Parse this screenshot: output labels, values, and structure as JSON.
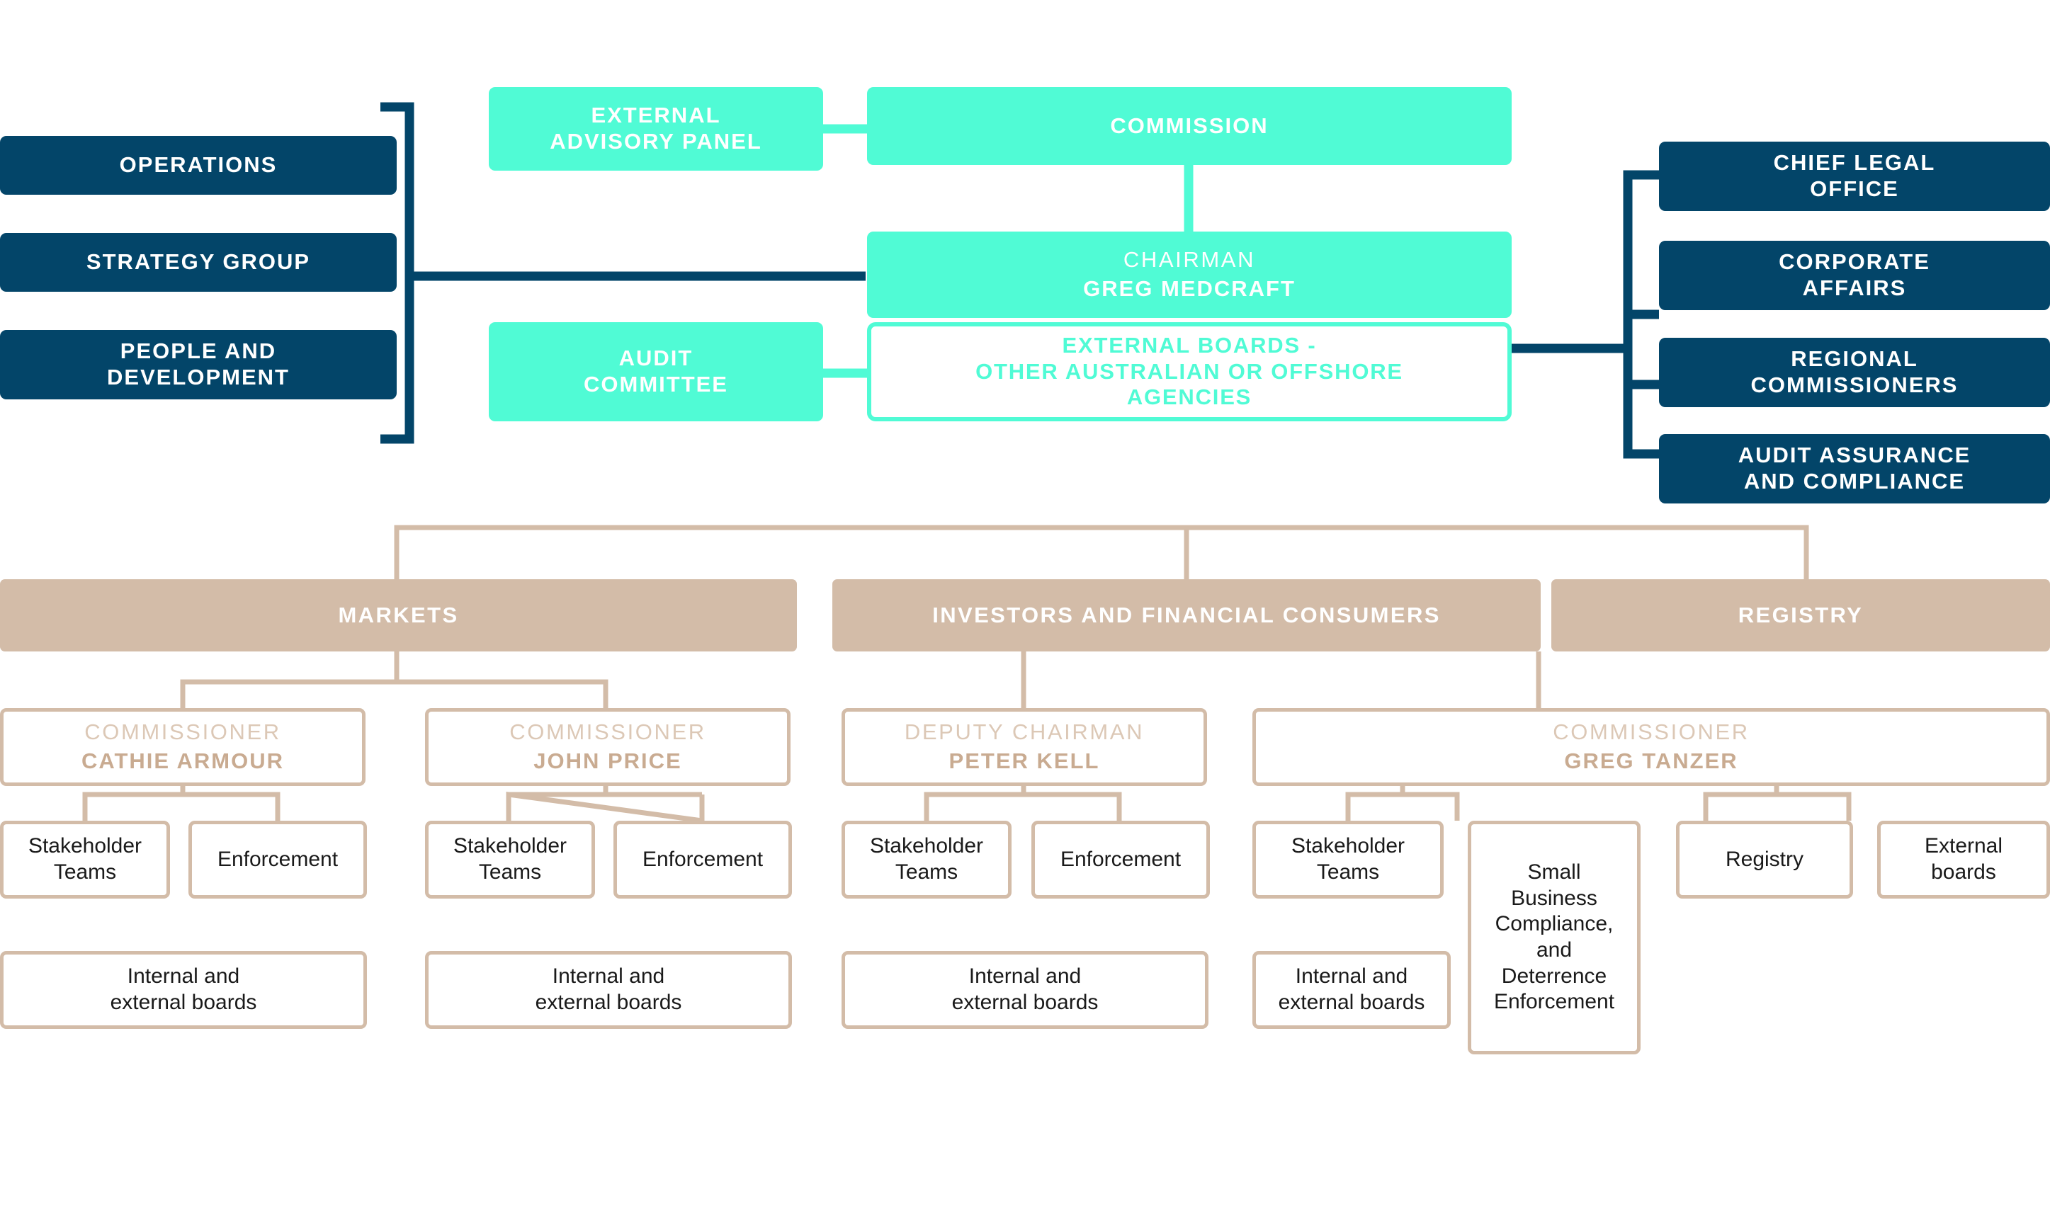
{
  "colors": {
    "navy": "#034569",
    "aqua": "#50fbd5",
    "tan": "#d3bca8",
    "tan_text": "#c9ab91",
    "tan_role": "#dcc8b6",
    "leaf_text": "#1a1a1a",
    "white": "#ffffff"
  },
  "executive_left": [
    {
      "label": "OPERATIONS"
    },
    {
      "label": "STRATEGY GROUP"
    },
    {
      "label": "PEOPLE AND\nDEVELOPMENT"
    }
  ],
  "executive_right": [
    {
      "label": "CHIEF LEGAL\nOFFICE"
    },
    {
      "label": "CORPORATE\nAFFAIRS"
    },
    {
      "label": "REGIONAL\nCOMMISSIONERS"
    },
    {
      "label": "AUDIT ASSURANCE\nAND COMPLIANCE"
    }
  ],
  "governance": {
    "external_advisory_panel": "EXTERNAL\nADVISORY PANEL",
    "commission": "COMMISSION",
    "audit_committee": "AUDIT\nCOMMITTEE",
    "chairman_role": "CHAIRMAN",
    "chairman_name": "GREG MEDCRAFT",
    "external_boards": "EXTERNAL BOARDS -\nOTHER AUSTRALIAN OR OFFSHORE\nAGENCIES"
  },
  "divisions": [
    {
      "label": "MARKETS"
    },
    {
      "label": "INVESTORS AND FINANCIAL CONSUMERS"
    },
    {
      "label": "REGISTRY"
    }
  ],
  "people": [
    {
      "role": "COMMISSIONER",
      "name": "CATHIE ARMOUR"
    },
    {
      "role": "COMMISSIONER",
      "name": "JOHN PRICE"
    },
    {
      "role": "DEPUTY CHAIRMAN",
      "name": "PETER KELL"
    },
    {
      "role": "COMMISSIONER",
      "name": "GREG TANZER"
    }
  ],
  "leaves": {
    "stakeholder_teams": "Stakeholder\nTeams",
    "enforcement": "Enforcement",
    "internal_external_boards": "Internal and\nexternal boards",
    "small_business": "Small\nBusiness\nCompliance,\nand\nDeterrence\nEnforcement",
    "registry": "Registry",
    "external_boards_leaf": "External\nboards"
  }
}
